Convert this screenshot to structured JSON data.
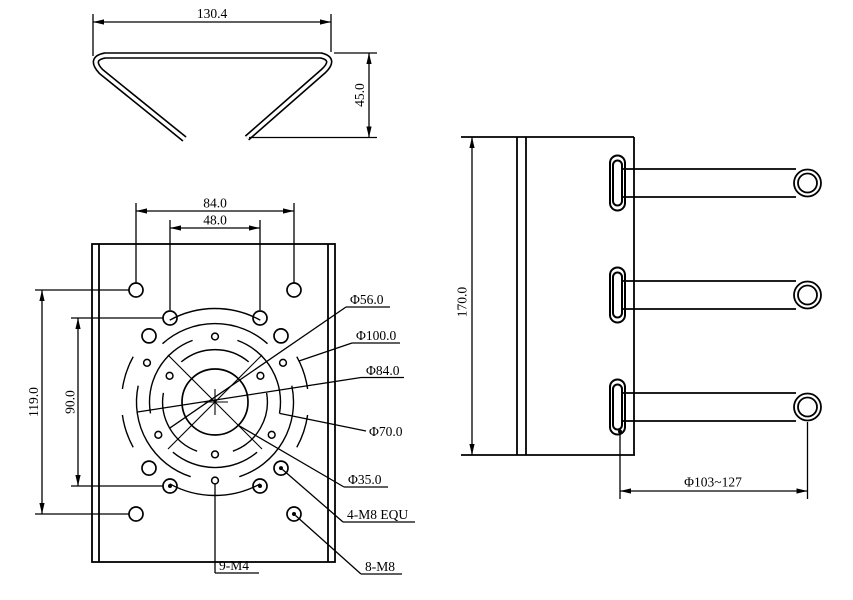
{
  "colors": {
    "background": "#ffffff",
    "line": "#000000"
  },
  "views": {
    "clip_profile": {
      "dim_width": "130.4",
      "dim_height": "45.0"
    },
    "front": {
      "dim_hole_span_outer": "84.0",
      "dim_hole_span_inner": "48.0",
      "dim_vertical_outer": "119.0",
      "dim_vertical_inner": "90.0",
      "callout_dia_56": "Φ56.0",
      "callout_dia_100": "Φ100.0",
      "callout_dia_84": "Φ84.0",
      "callout_dia_70": "Φ70.0",
      "callout_dia_35": "Φ35.0",
      "callout_4_m8": "4-M8 EQU",
      "callout_8_m8": "8-M8",
      "callout_9_m4": "9-M4"
    },
    "side": {
      "dim_height": "170.0",
      "dim_clamp_range": "Φ103~127"
    }
  }
}
